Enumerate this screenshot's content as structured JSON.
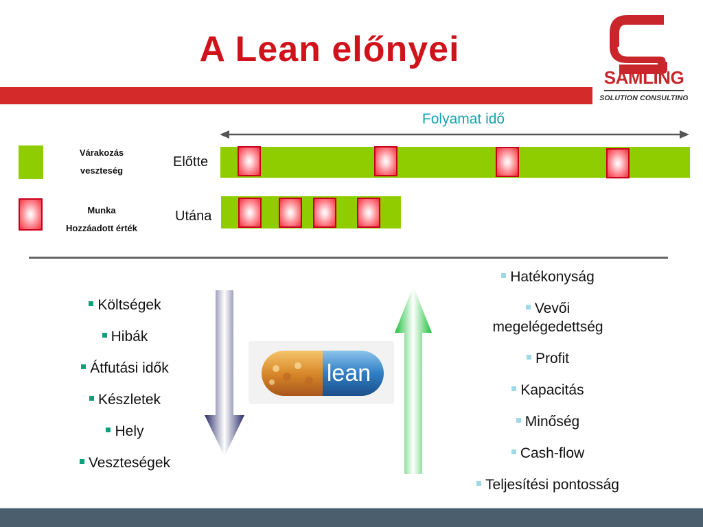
{
  "title": "A Lean előnyei",
  "logo": {
    "name": "SÄMLING",
    "subtitle": "SOLUTION CONSULTING",
    "icon": "s-logo-icon",
    "color": "#c8262a"
  },
  "process_label": "Folyamat idő",
  "legend": {
    "waiting_line1": "Várakozás",
    "waiting_line2": "veszteség",
    "work_line1": "Munka",
    "work_line2": "Hozzáadott érték"
  },
  "rows": {
    "before": "Előtte",
    "after": "Utána"
  },
  "decrease_list": [
    "Költségek",
    "Hibák",
    "Átfutási idők",
    "Készletek",
    "Hely",
    "Veszteségek"
  ],
  "increase_list": [
    "Hatékonyság",
    "Vevői megelégedettség",
    "Profit",
    "Kapacitás",
    "Minőség",
    "Cash-flow",
    "Teljesítési pontosság"
  ],
  "pill": {
    "text": "lean",
    "icon": "lean-pill-icon"
  },
  "colors": {
    "title": "#d0131b",
    "bar": "#d42a2a",
    "waiting": "#8fcc00",
    "work": "#ef3340",
    "process_label": "#16a3b0"
  }
}
